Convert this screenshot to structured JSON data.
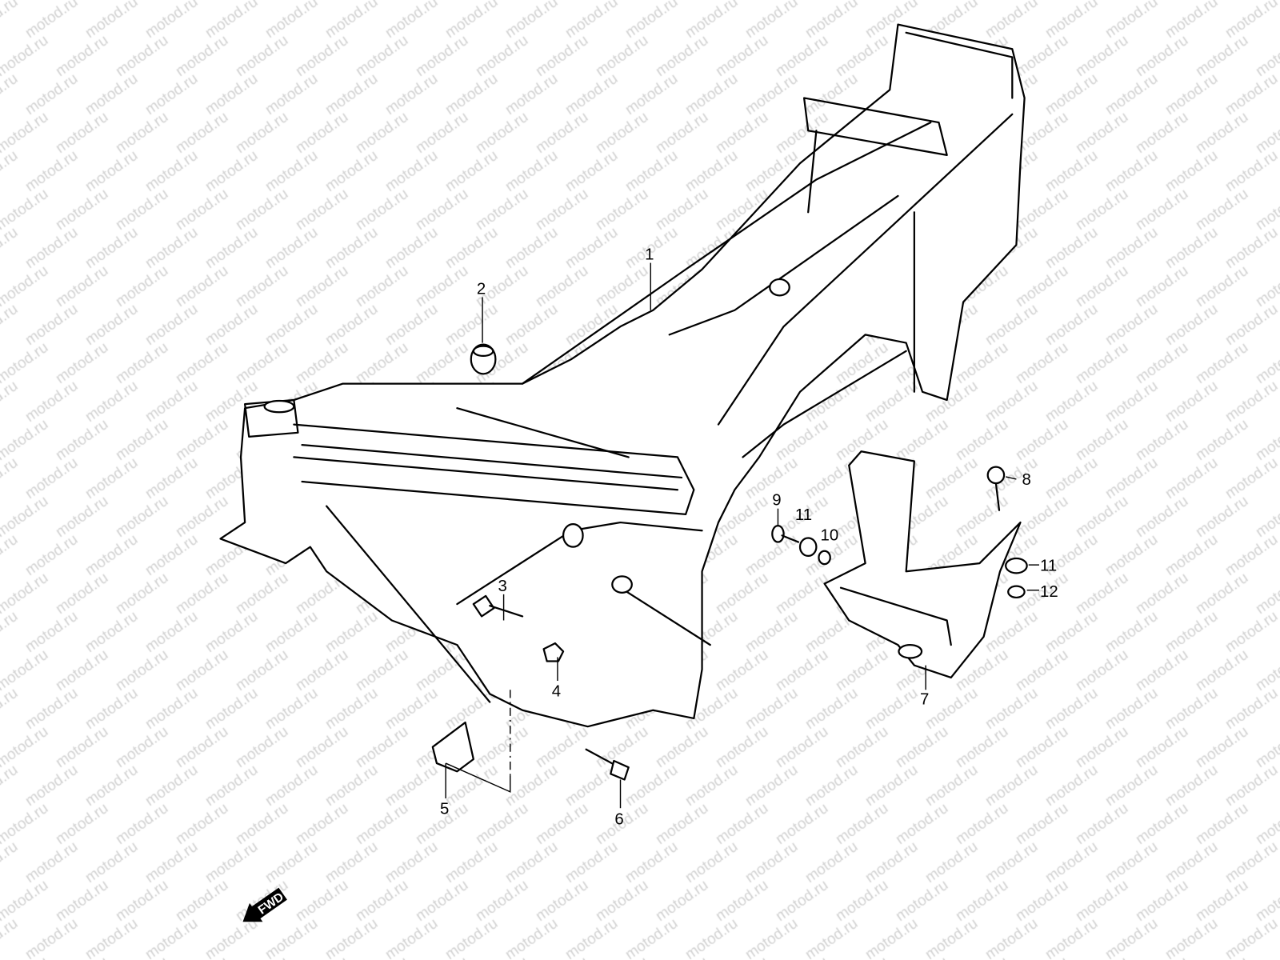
{
  "watermark": "motod.ru",
  "callouts": [
    {
      "id": "1",
      "text": "1"
    },
    {
      "id": "2",
      "text": "2"
    },
    {
      "id": "3",
      "text": "3"
    },
    {
      "id": "4",
      "text": "4"
    },
    {
      "id": "5",
      "text": "5"
    },
    {
      "id": "6",
      "text": "6"
    },
    {
      "id": "7",
      "text": "7"
    },
    {
      "id": "8",
      "text": "8"
    },
    {
      "id": "9",
      "text": "9"
    },
    {
      "id": "10",
      "text": "10"
    },
    {
      "id": "11a",
      "text": "11"
    },
    {
      "id": "11b",
      "text": "11"
    },
    {
      "id": "12",
      "text": "12"
    }
  ],
  "direction_badge": "FWD"
}
